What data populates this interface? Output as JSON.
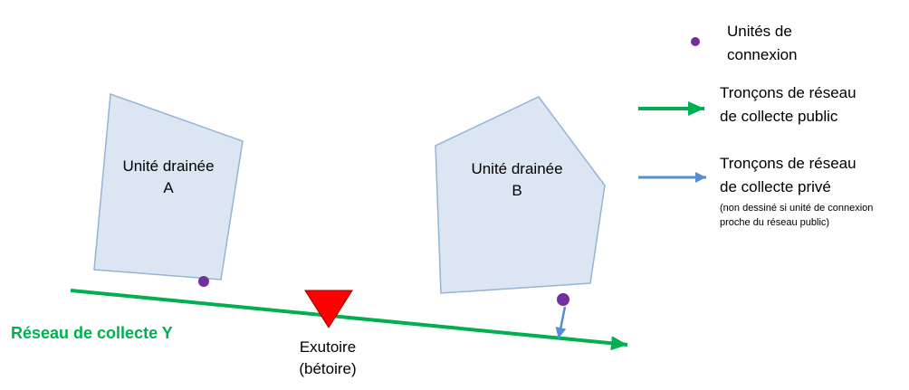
{
  "diagram": {
    "unit_a": {
      "label_line1": "Unité drainée",
      "label_line2": "A"
    },
    "unit_b": {
      "label_line1": "Unité drainée",
      "label_line2": "B"
    },
    "network_label": "Réseau de collecte Y",
    "outlet": {
      "line1": "Exutoire",
      "line2": "(bétoire)"
    }
  },
  "legend": {
    "connection_units": {
      "line1": "Unités de",
      "line2": "connexion"
    },
    "public_network": {
      "line1": "Tronçons de réseau",
      "line2": "de collecte public"
    },
    "private_network": {
      "line1": "Tronçons de réseau",
      "line2": "de collecte privé",
      "note_line1": "(non dessiné si unité de connexion",
      "note_line2": "proche du réseau public)"
    }
  },
  "colors": {
    "public_green": "#00B050",
    "private_blue": "#558ED5",
    "connection_purple": "#7030A0",
    "outlet_red": "#FF0000",
    "unit_fill": "#DCE6F2",
    "unit_stroke": "#95B3D7"
  }
}
